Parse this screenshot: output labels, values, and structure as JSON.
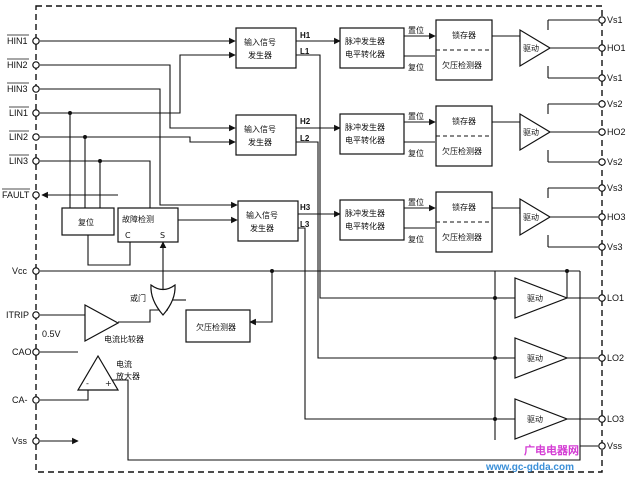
{
  "pins_left": {
    "hin1": "HIN1",
    "hin2": "HIN2",
    "hin3": "HIN3",
    "lin1": "LIN1",
    "lin2": "LIN2",
    "lin3": "LIN3",
    "fault": "FAULT",
    "vcc": "Vcc",
    "itrip": "ITRIP",
    "cao": "CAO",
    "ca_minus": "CA-",
    "vss": "Vss"
  },
  "pins_right": {
    "vs1": "Vs1",
    "ho1": "HO1",
    "vs1b": "Vs1",
    "vs2": "Vs2",
    "ho2": "HO2",
    "vs2b": "Vs2",
    "vs3": "Vs3",
    "ho3": "HO3",
    "vs3b": "Vs3",
    "lo1": "LO1",
    "lo2": "LO2",
    "lo3": "LO3",
    "vss": "Vss"
  },
  "blocks": {
    "input_gen_line1": "输入信号",
    "input_gen_line2": "发生器",
    "pulse_gen_line1": "脉冲发生器",
    "pulse_gen_line2": "电平转化器",
    "latch": "锁存器",
    "uv_detect": "欠压检测器",
    "driver": "驱动",
    "reset": "复位",
    "fault_detect": "故障检测",
    "or_gate": "或门",
    "comparator": "电流比较器",
    "amplifier_line1": "电流",
    "amplifier_line2": "放大器",
    "uv_detect_low": "欠压检测器"
  },
  "labels": {
    "set": "置位",
    "reset_signal": "复位",
    "h1": "H1",
    "l1": "L1",
    "h2": "H2",
    "l2": "L2",
    "h3": "H3",
    "l3": "L3",
    "c": "C",
    "s": "S",
    "ref_05v": "0.5V",
    "minus": "-",
    "plus": "+"
  },
  "watermark": {
    "site_name": "广电电器网",
    "url": "www.gc-gdda.com"
  }
}
